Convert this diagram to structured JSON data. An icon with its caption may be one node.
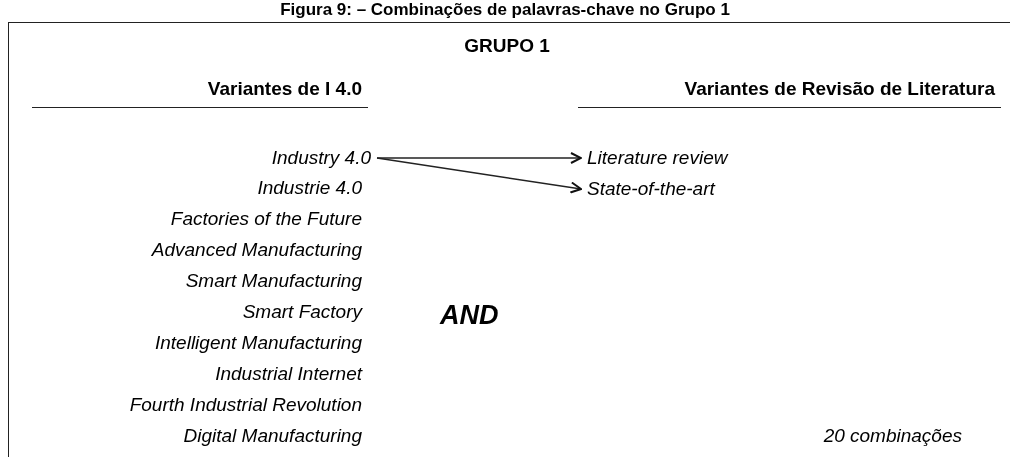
{
  "diagram": {
    "title": "Figura 9: – Combinações de palavras-chave no Grupo 1",
    "nodes": [
      {
        "text": [
          "GRUPO 1"
        ]
      },
      {
        "text": [
          "Industry 4.0"
        ],
        "in": 0
      },
      {
        "text": [
          "Literature review"
        ],
        "in": 0
      },
      {
        "text": [
          "State-of-the-art"
        ],
        "in": 0
      }
    ],
    "edges": [
      {
        "from": 1,
        "to": 2,
        "arrow": "to"
      },
      {
        "from": 1,
        "to": 3,
        "arrow": "to"
      }
    ],
    "labels": [
      "Variantes de I 4.0",
      "Variantes de Revisão de Literatura",
      "Industrie 4.0",
      "Factories of the Future",
      "Advanced Manufacturing",
      "Smart Manufacturing",
      "Smart Factory",
      "AND",
      "Intelligent Manufacturing",
      "Industrial Internet",
      "Fourth Industrial Revolution",
      "Digital Manufacturing",
      "20 combinações"
    ]
  }
}
